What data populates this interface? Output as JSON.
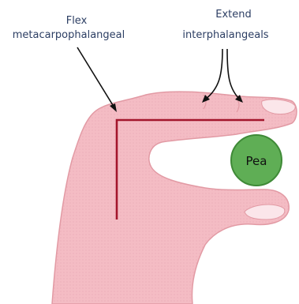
{
  "labels": {
    "flex_line1": "Flex",
    "flex_line2": "metacarpophalangeal",
    "extend_line1": "Extend",
    "extend_line2": "interphalangeals",
    "pea": "Pea"
  },
  "colors": {
    "skin": "#f2b8c0",
    "skin_outline": "#e29aa4",
    "joint_line": "#a3162c",
    "pea": "#5fae55",
    "pea_outline": "#3f8a37",
    "text": "#2c3e63",
    "nail": "#fbe6ea"
  }
}
